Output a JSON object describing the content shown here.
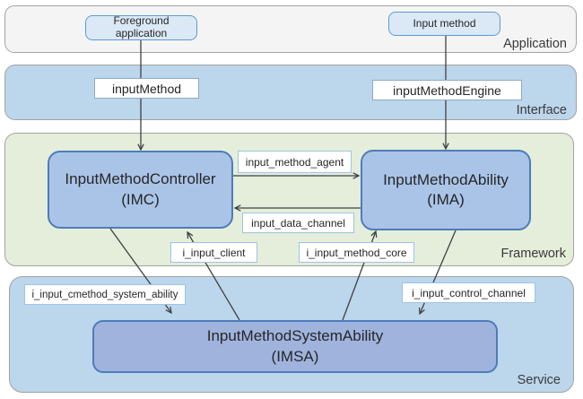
{
  "layer_labels": {
    "application": "Application",
    "interface": "Interface",
    "framework": "Framework",
    "service": "Service"
  },
  "application_layer": {
    "foreground_app_line1": "Foreground",
    "foreground_app_line2": "application",
    "input_method": "Input method"
  },
  "interface_layer": {
    "input_method": "inputMethod",
    "input_method_engine": "inputMethodEngine"
  },
  "framework_layer": {
    "imc_name": "InputMethodController",
    "imc_acronym": "(IMC)",
    "ima_name": "InputMethodAbility",
    "ima_acronym": "(IMA)",
    "input_method_agent": "input_method_agent",
    "input_data_channel": "input_data_channel",
    "i_input_client": "i_input_client",
    "i_input_method_core": "i_input_method_core"
  },
  "service_layer": {
    "imsa_name": "InputMethodSystemAbility",
    "imsa_acronym": "(IMSA)",
    "i_input_cmethod_system_ability": "i_input_cmethod_system_ability",
    "i_input_control_channel": "i_input_control_channel"
  },
  "colors": {
    "band_application_fill": "#f4f4f4",
    "band_blue_fill": "#bcd6ec",
    "band_green_fill": "#e4eeda",
    "band_border": "#a3a3a3",
    "node_fill": "#aac4e8",
    "node_imsa_fill": "#9fb3dd",
    "node_border": "#4d7cbb",
    "app_box_fill": "#dbe9f6",
    "app_box_border": "#5b9bd5",
    "label_box_border": "#9dc3e6",
    "interface_box_border": "#8fa8c6",
    "connector_color": "#404040",
    "text_color": "#262626"
  }
}
